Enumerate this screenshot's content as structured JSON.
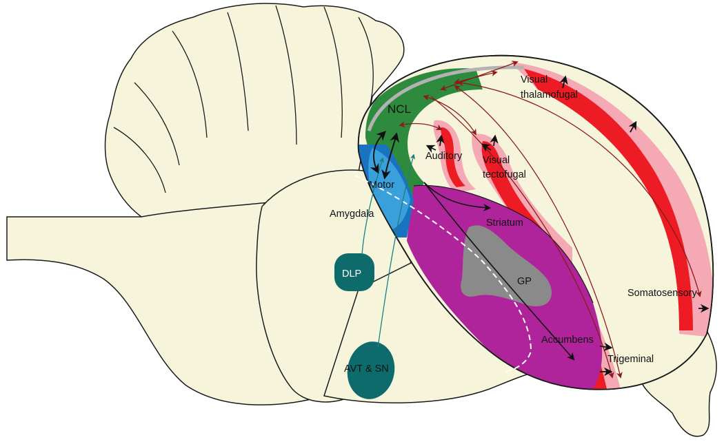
{
  "labels": {
    "ncl": "NCL",
    "visual_thalamofugal_1": "Visual",
    "visual_thalamofugal_2": "thalamofugal",
    "auditory": "Auditory",
    "visual_tectofugal_1": "Visual",
    "visual_tectofugal_2": "tectofugal",
    "motor": "Motor",
    "amygdala": "Amygdala",
    "striatum": "Striatum",
    "gp": "GP",
    "dlp": "DLP",
    "somatosensory": "Somatosensory",
    "accumbens": "Accumbens",
    "trigeminal": "Trigeminal",
    "avt_sn": "AVT & SN"
  },
  "colors": {
    "tissue": "#f7f4dc",
    "outline": "#1a1a1a",
    "ncl_green": "#2e8b3e",
    "sensory_red": "#ed1c24",
    "sensory_pink": "#f4a9b4",
    "striatum_magenta": "#b0249b",
    "gp_gray": "#8a8a8a",
    "amygdala_blue": "#1a73c0",
    "motor_lightblue": "#3aa0dc",
    "nucleus_teal": "#0e6b6b",
    "arrow_darkred": "#8b1a1a",
    "arrow_teal": "#1a7f7f"
  }
}
